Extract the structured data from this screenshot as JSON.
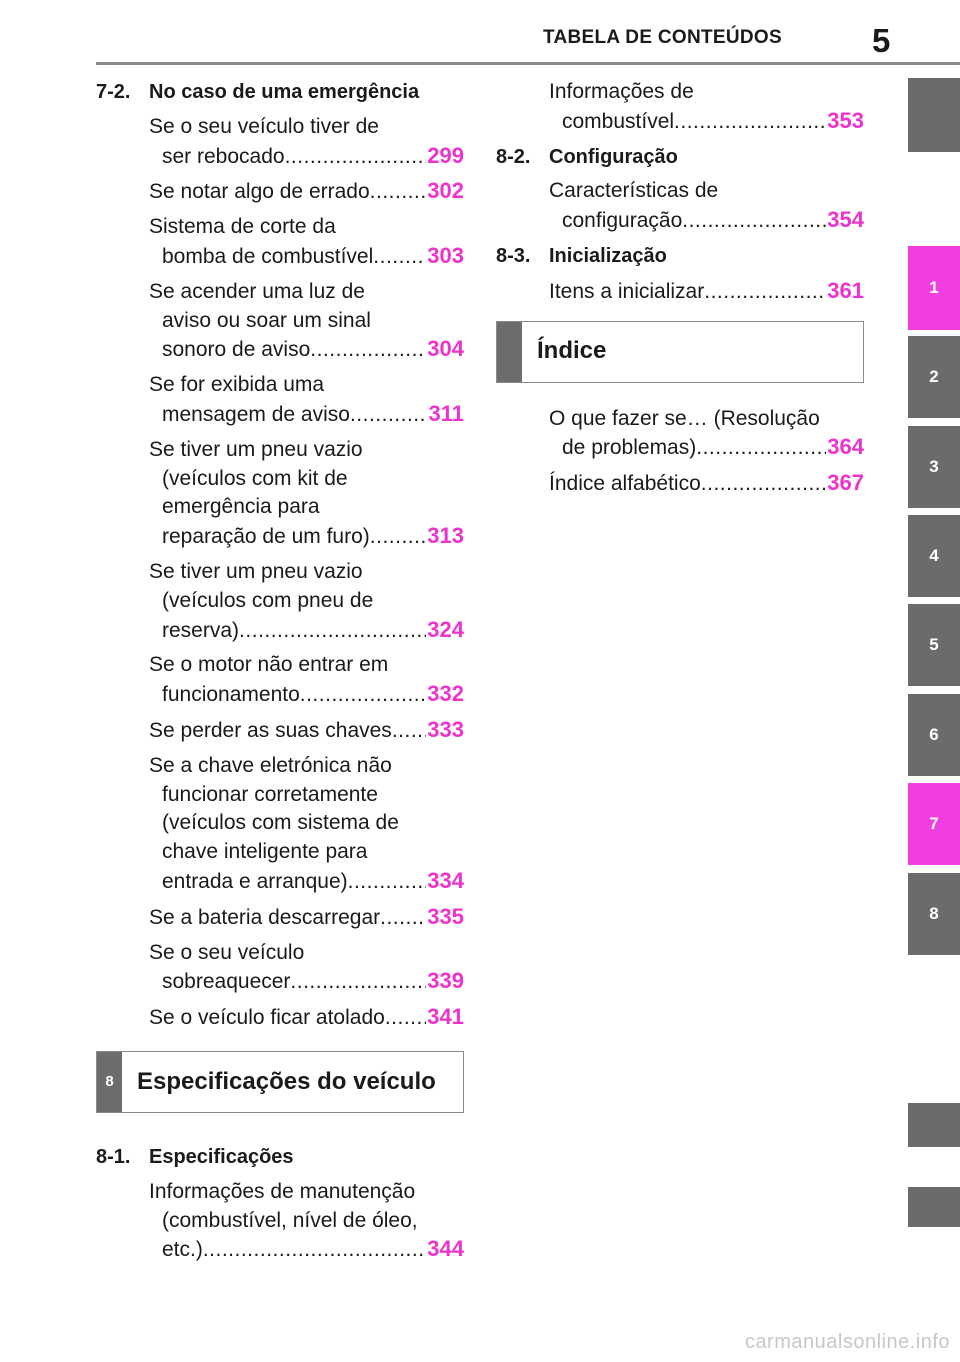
{
  "header": {
    "title": "TABELA DE CONTEÚDOS",
    "page_number": "5"
  },
  "left": {
    "section_7_2": {
      "num": "7-2.",
      "title": "No caso de uma emergência"
    },
    "entries_7_2": [
      {
        "lines": [
          "Se o seu veículo tiver de"
        ],
        "last": "ser rebocado",
        "page": "299"
      },
      {
        "lines": [],
        "last": "Se notar algo de errado",
        "page": "302"
      },
      {
        "lines": [
          "Sistema de corte da"
        ],
        "last": "bomba de combustível",
        "page": "303"
      },
      {
        "lines": [
          "Se acender uma luz de",
          "aviso ou soar um sinal"
        ],
        "last": "sonoro de aviso",
        "page": "304"
      },
      {
        "lines": [
          "Se for exibida uma"
        ],
        "last": "mensagem de aviso",
        "page": "311"
      },
      {
        "lines": [
          "Se tiver um pneu vazio",
          "(veículos com kit de",
          "emergência para"
        ],
        "last": "reparação de um furo)",
        "page": "313"
      },
      {
        "lines": [
          "Se tiver um pneu vazio",
          "(veículos com pneu de"
        ],
        "last": "reserva)",
        "page": "324"
      },
      {
        "lines": [
          "Se o motor não entrar em"
        ],
        "last": "funcionamento",
        "page": "332"
      },
      {
        "lines": [],
        "last": "Se perder as suas chaves",
        "page": "333"
      },
      {
        "lines": [
          "Se a chave eletrónica não",
          "funcionar corretamente",
          "(veículos com sistema de",
          "chave inteligente para"
        ],
        "last": "entrada e arranque)",
        "page": "334"
      },
      {
        "lines": [],
        "last": "Se a bateria descarregar",
        "page": "335"
      },
      {
        "lines": [
          "Se o seu veículo"
        ],
        "last": "sobreaquecer",
        "page": "339"
      },
      {
        "lines": [],
        "last": "Se o veículo ficar atolado",
        "page": "341"
      }
    ],
    "chapter_8": {
      "tag": "8",
      "title": "Especificações do veículo"
    },
    "section_8_1": {
      "num": "8-1.",
      "title": "Especificações"
    },
    "entries_8_1": [
      {
        "lines": [
          "Informações de manutenção",
          "(combustível, nível de óleo,"
        ],
        "last": "etc.)",
        "page": "344"
      }
    ]
  },
  "right": {
    "entries_8_1_cont": [
      {
        "lines": [
          "Informações de"
        ],
        "last": "combustível",
        "page": "353"
      }
    ],
    "section_8_2": {
      "num": "8-2.",
      "title": "Configuração"
    },
    "entries_8_2": [
      {
        "lines": [
          "Características de"
        ],
        "last": "configuração",
        "page": "354"
      }
    ],
    "section_8_3": {
      "num": "8-3.",
      "title": "Inicialização"
    },
    "entries_8_3": [
      {
        "lines": [],
        "last": "Itens a inicializar",
        "page": "361"
      }
    ],
    "index_box": {
      "title": "Índice"
    },
    "entries_index": [
      {
        "lines": [
          "O que fazer se… (Resolução"
        ],
        "last": "de problemas)",
        "page": "364"
      },
      {
        "lines": [],
        "last": "Índice alfabético",
        "page": "367"
      }
    ]
  },
  "side_tabs": [
    {
      "label": ""
    },
    {
      "label": "1"
    },
    {
      "label": "2"
    },
    {
      "label": "3"
    },
    {
      "label": "4"
    },
    {
      "label": "5"
    },
    {
      "label": "6"
    },
    {
      "label": "7"
    },
    {
      "label": "8"
    },
    {
      "label": ""
    },
    {
      "label": ""
    }
  ],
  "colors": {
    "accent": "#f03ee0",
    "page_link": "#ee33cc",
    "tab_gray": "#6b6b6b"
  },
  "watermark": "carmanualsonline.info"
}
